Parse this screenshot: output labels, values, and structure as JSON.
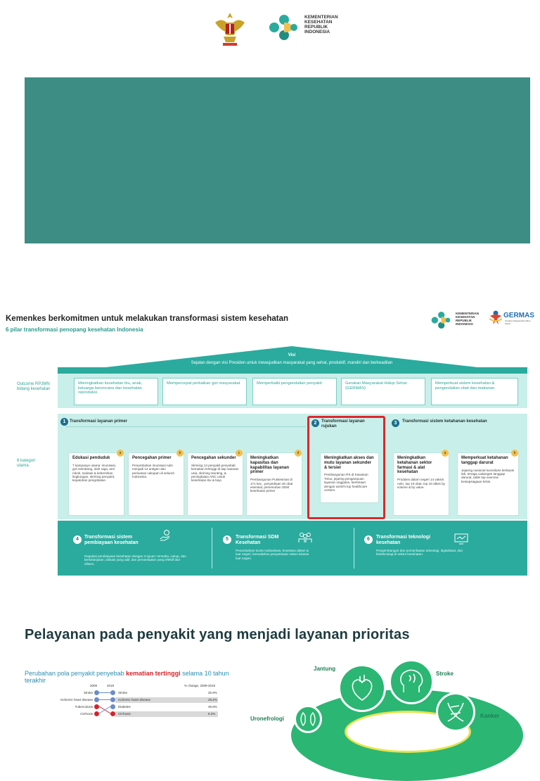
{
  "header": {
    "ministry_lines": [
      "KEMENTERIAN",
      "KESEHATAN",
      "REPUBLIK",
      "INDONESIA"
    ]
  },
  "slide2": {
    "title": "Kemenkes berkomitmen untuk melakukan transformasi sistem kesehatan",
    "subtitle": "6 pilar transformasi penopang kesehatan Indonesia",
    "germas_label": "GERMAS",
    "germas_tagline": "Gerakan Masyarakat Hidup Sehat",
    "roof_title": "Visi",
    "roof_text": "Sejalan dengan visi Presiden untuk mewujudkan masyarakat yang sehat, produktif, mandiri dan berkeadilan",
    "outcome_label": "Outcome RPJMN bidang kesehatan",
    "kategori_label": "6 kategori utama",
    "outcomes": [
      "Meningkatkan kesehatan ibu, anak, keluarga berencana dan kesehatan reproduksi",
      "Mempercepat perbaikan gizi masyarakat",
      "Memperbaiki pengendalian penyakit",
      "Gerakan Masyarakat Hidup Sehat (GERMAS)",
      "Memperkuat sistem kesehatan & pengendalian obat dan makanan"
    ],
    "pillars": [
      {
        "num": "1",
        "label": "Transformasi layanan primer"
      },
      {
        "num": "2",
        "label": "Transformasi layanan rujukan"
      },
      {
        "num": "3",
        "label": "Transformasi sistem ketahanan kesehatan"
      }
    ],
    "categories": [
      {
        "badge": "a",
        "title": "Edukasi penduduk",
        "body": "7 kampanye utama: imunisasi, gizi seimbang, olah raga, anti rokok, sanitasi & kebersihan lingkungan, skrining penyakit, kepatuhan pengobatan"
      },
      {
        "badge": "b",
        "title": "Pencegahan primer",
        "body": "Penambahan imunisasi rutin menjadi 14 antigen dan perluasan cakupan di seluruh Indonesia."
      },
      {
        "badge": "c",
        "title": "Pencegahan sekunder",
        "body": "Skrining 14 penyakit penyebab kematian tertinggi di tiap sasaran usia, skrining stunting, & peningkatan ANC untuk kesehatan ibu & bayi."
      },
      {
        "badge": "d",
        "title": "Meningkatkan kapasitas dan kapabilitas layanan primer",
        "body": "Pembangunan Puskesmas di 171 kec., penyediaan 40 obat esensial, pemenuhan SDM kesehatan primer"
      },
      {
        "badge": "",
        "title": "Meningkatkan akses dan mutu layanan sekunder & tersier",
        "body": "Pembangunan RS di Kawasan Timur, jejaring pengampuan layanan unggulan, kemitraan dengan world's top healthcare centers."
      },
      {
        "badge": "a",
        "title": "Meningkatkan ketahanan sektor farmasi & alat kesehatan",
        "body": "Produksi dalam negeri 14 vaksin rutin, top 10 obat, top 10 alkes by volume & by value."
      },
      {
        "badge": "b",
        "title": "Memperkuat ketahanan tanggap darurat",
        "body": "Jejaring nasional surveilans berbasis lab, tenaga cadangan tanggap darurat, table top exercise kesiapsiagaan krisis."
      }
    ],
    "bottom": [
      {
        "num": "4",
        "title": "Transformasi sistem pembiayaan kesehatan",
        "body": "Regulasi pembiayaan kesehatan dengan 3 tujuan: tersedia, cukup, dan berkelanjutan; alokasi yang adil; dan pemanfaatan yang efektif dan efisien."
      },
      {
        "num": "5",
        "title": "Transformasi SDM Kesehatan",
        "body": "Penambahan kuota mahasiswa, beasiswa dalam & luar negeri, kemudahan penyetaraan nakes lulusan luar negeri."
      },
      {
        "num": "6",
        "title": "Transformasi teknologi kesehatan",
        "body": "Pengembangan dan pemanfaatan teknologi, digitalisasi, dan bioteknologi di sektor kesehatan."
      }
    ]
  },
  "slide3": {
    "title": "Pelayanan pada penyakit yang menjadi layanan prioritas",
    "chart_title_a": "Perubahan pola penyakit penyebab ",
    "chart_title_b": "kematian tertinggi",
    "chart_title_c": " selama 10 tahun terakhir",
    "year_a": "2009",
    "year_b": "2019",
    "pct_header": "% change, 2009-2019",
    "rows": [
      {
        "left": "Stroke",
        "right": "Stroke",
        "pct": "25.9%"
      },
      {
        "left": "Ischemic heart disease",
        "right": "Ischemic heart disease",
        "pct": "28.2%"
      },
      {
        "left": "Tuberculosis",
        "right": "Diabetes",
        "pct": "49.9%"
      },
      {
        "left": "Cirrhosis",
        "right": "Cirrhosis",
        "pct": "8.2%"
      }
    ],
    "organs": [
      "Jantung",
      "Stroke",
      "Kanker",
      "Uronefrologi"
    ]
  }
}
